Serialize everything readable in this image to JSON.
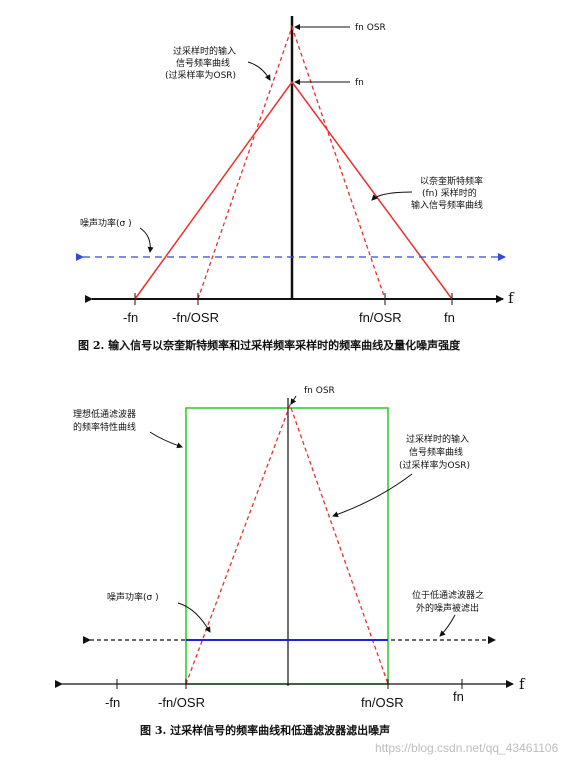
{
  "fig1": {
    "caption": "图 2. 输入信号以奈奎斯特频率和过采样频率采样时的频率曲线及量化噪声强度",
    "axis_label": "f",
    "ticks": [
      "-fn",
      "-fn/OSR",
      "fn/OSR",
      "fn"
    ],
    "label_fn_osr": "fn  OSR",
    "label_fn": "fn",
    "label_oversample": [
      "过采样时的输入",
      "信号频率曲线",
      "(过采样率为OSR)"
    ],
    "label_nyquist": [
      "以奈奎斯特频率",
      "(fn) 采样时的",
      "输入信号频率曲线"
    ],
    "label_noise": "噪声功率(σ )",
    "colors": {
      "signal": "#e8312f",
      "noise": "#3347e0",
      "axis": "#111111"
    }
  },
  "fig2": {
    "caption": "图 3. 过采样信号的频率曲线和低通滤波器滤出噪声",
    "axis_label": "f",
    "ticks": [
      "-fn",
      "-fn/OSR",
      "fn/OSR",
      "fn"
    ],
    "label_fn_osr": "fn  OSR",
    "label_filter": [
      "理想低通滤波器",
      "的频率特性曲线"
    ],
    "label_oversample": [
      "过采样时的输入",
      "信号频率曲线",
      "(过采样率为OSR)"
    ],
    "label_noise": "噪声功率(σ )",
    "label_filtered": [
      "位于低通滤波器之",
      "外的噪声被滤出"
    ],
    "colors": {
      "filter": "#22cc22",
      "signal": "#e8312f",
      "noise": "#2222dd",
      "axis": "#111111"
    }
  },
  "watermark": "https://blog.csdn.net/qq_43461106"
}
